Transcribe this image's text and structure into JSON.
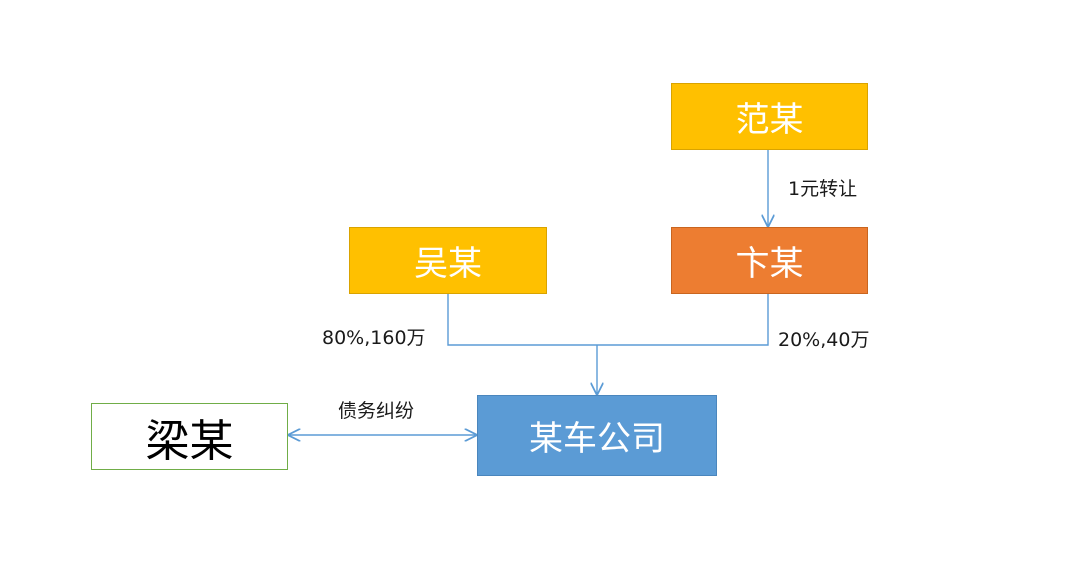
{
  "colors": {
    "yellow": "#ffc000",
    "orange": "#ed7d31",
    "blue": "#5b9bd5",
    "link": "#5b9bd5",
    "liang_border": "#70ad47"
  },
  "nodes": {
    "fan": "范某",
    "wu": "吴某",
    "bian": "卞某",
    "company": "某车公司",
    "liang": "梁某"
  },
  "edges": {
    "fan_to_bian": "1元转让",
    "wu_share": "80%,160万",
    "bian_share": "20%,40万",
    "dispute": "债务纠纷"
  }
}
